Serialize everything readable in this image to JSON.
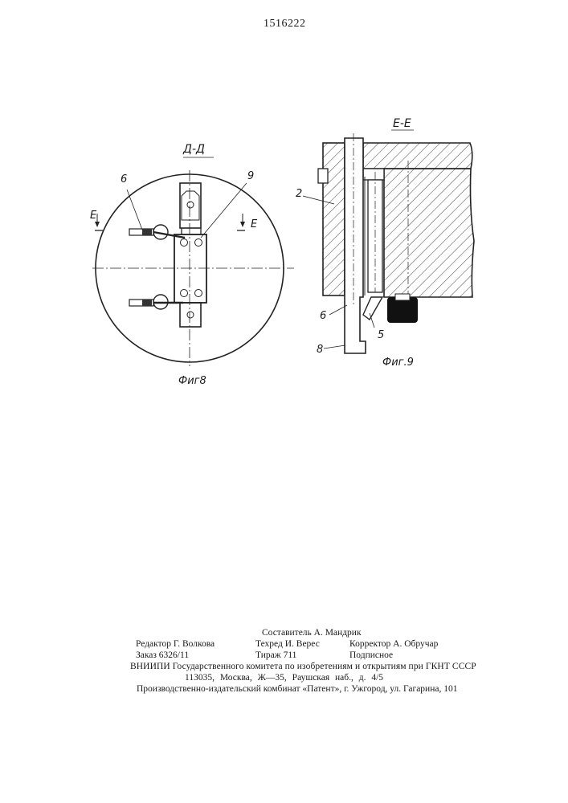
{
  "patent_number": "1516222",
  "fig8": {
    "section_label": "Д-Д",
    "callout_6": "6",
    "callout_9": "9",
    "cut_left": "Е",
    "cut_right": "Е",
    "caption": "Фиг8"
  },
  "fig9": {
    "section_label": "Е-Е",
    "callout_2": "2",
    "callout_6": "6",
    "callout_5": "5",
    "callout_8": "8",
    "caption": "Фиг.9"
  },
  "footer": {
    "composer": "Составитель А. Мандрик",
    "editor": "Редактор Г. Волкова",
    "techred": "Техред И. Верес",
    "corrector": "Корректор А. Обручар",
    "order": "Заказ 6326/11",
    "circulation": "Тираж 711",
    "subscription": "Подписное",
    "institute": "ВНИИПИ Государственного комитета по изобретениям и открытиям при ГКНТ СССР",
    "address": "113035, Москва, Ж—35, Раушская наб., д. 4/5",
    "publisher": "Производственно-издательский комбинат «Патент», г. Ужгород, ул. Гагарина, 101"
  }
}
